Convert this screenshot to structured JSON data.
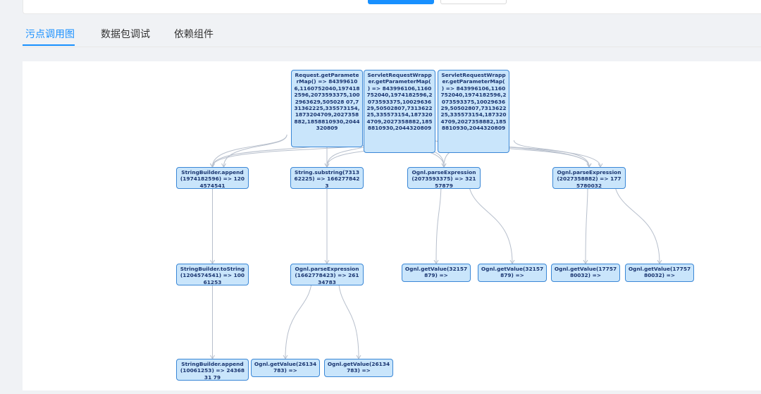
{
  "tabs": [
    {
      "label": "污点调用图",
      "active": true
    },
    {
      "label": "数据包调试",
      "active": false
    },
    {
      "label": "依赖组件",
      "active": false
    }
  ],
  "colors": {
    "accent": "#1890ff",
    "node_fill": "#c9e5fb",
    "node_border": "#3a87d6",
    "node_text": "#1a3570",
    "edge": "#b7bfcc"
  },
  "graph": {
    "nodes": [
      {
        "id": "n1",
        "label": "Request.getParameterMap() => 843996106,1160752040,1974182596,2073593375,1002963629,505028 07,731362225,335573154,1873204709,2027358882,1858810930,2044320809"
      },
      {
        "id": "n2",
        "label": "ServletRequestWrapper.getParameterMap( ) => 843996106,1160752040,1974182596,2073593375,1002963629,50502807,731362225,335573154,1873204709,2027358882,1858810930,2044320809"
      },
      {
        "id": "n3",
        "label": "ServletRequestWrapper.getParameterMap( ) => 843996106,1160752040,1974182596,2073593375,1002963629,50502807,731362225,335573154,1873204709,2027358882,1858810930,2044320809"
      },
      {
        "id": "n4",
        "label": "StringBuilder.append(1974182596) => 1204574541"
      },
      {
        "id": "n5",
        "label": "String.substring(731362225) => 1662778423"
      },
      {
        "id": "n6",
        "label": "Ognl.parseExpression(2073593375) => 32157879"
      },
      {
        "id": "n7",
        "label": "Ognl.parseExpression(2027358882) => 1775780032"
      },
      {
        "id": "n8",
        "label": "StringBuilder.toString(1204574541) => 10061253"
      },
      {
        "id": "n9",
        "label": "Ognl.parseExpression(1662778423) => 26134783"
      },
      {
        "id": "n10",
        "label": "Ognl.getValue(32157879) =>"
      },
      {
        "id": "n11",
        "label": "Ognl.getValue(32157879) =>"
      },
      {
        "id": "n12",
        "label": "Ognl.getValue(1775780032) =>"
      },
      {
        "id": "n13",
        "label": "Ognl.getValue(1775780032) =>"
      },
      {
        "id": "n14",
        "label": "StringBuilder.append(10061253) => 2436831 79"
      },
      {
        "id": "n15",
        "label": "Ognl.getValue(26134783) =>"
      },
      {
        "id": "n16",
        "label": "Ognl.getValue(26134783) =>"
      }
    ],
    "edges": [
      [
        "n1",
        "n4"
      ],
      [
        "n1",
        "n4"
      ],
      [
        "n1",
        "n5"
      ],
      [
        "n1",
        "n6"
      ],
      [
        "n1",
        "n7"
      ],
      [
        "n1",
        "n7"
      ],
      [
        "n2",
        "n4"
      ],
      [
        "n2",
        "n5"
      ],
      [
        "n2",
        "n6"
      ],
      [
        "n2",
        "n7"
      ],
      [
        "n3",
        "n4"
      ],
      [
        "n3",
        "n5"
      ],
      [
        "n3",
        "n6"
      ],
      [
        "n3",
        "n7"
      ],
      [
        "n4",
        "n8"
      ],
      [
        "n8",
        "n14"
      ],
      [
        "n5",
        "n9"
      ],
      [
        "n9",
        "n15"
      ],
      [
        "n9",
        "n16"
      ],
      [
        "n6",
        "n10"
      ],
      [
        "n6",
        "n11"
      ],
      [
        "n7",
        "n12"
      ],
      [
        "n7",
        "n13"
      ]
    ]
  }
}
